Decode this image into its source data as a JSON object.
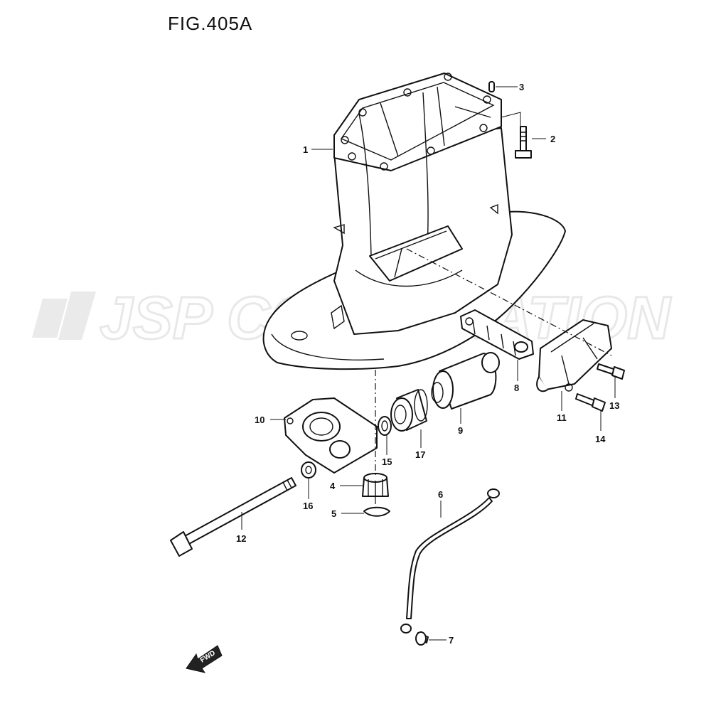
{
  "figure": {
    "title": "FIG.405A",
    "watermark": "JSP CORPORATION",
    "direction_label": "FWD",
    "parts": [
      "1",
      "2",
      "3",
      "4",
      "5",
      "6",
      "7",
      "8",
      "9",
      "10",
      "11",
      "12",
      "13",
      "14",
      "15",
      "16",
      "17"
    ]
  }
}
